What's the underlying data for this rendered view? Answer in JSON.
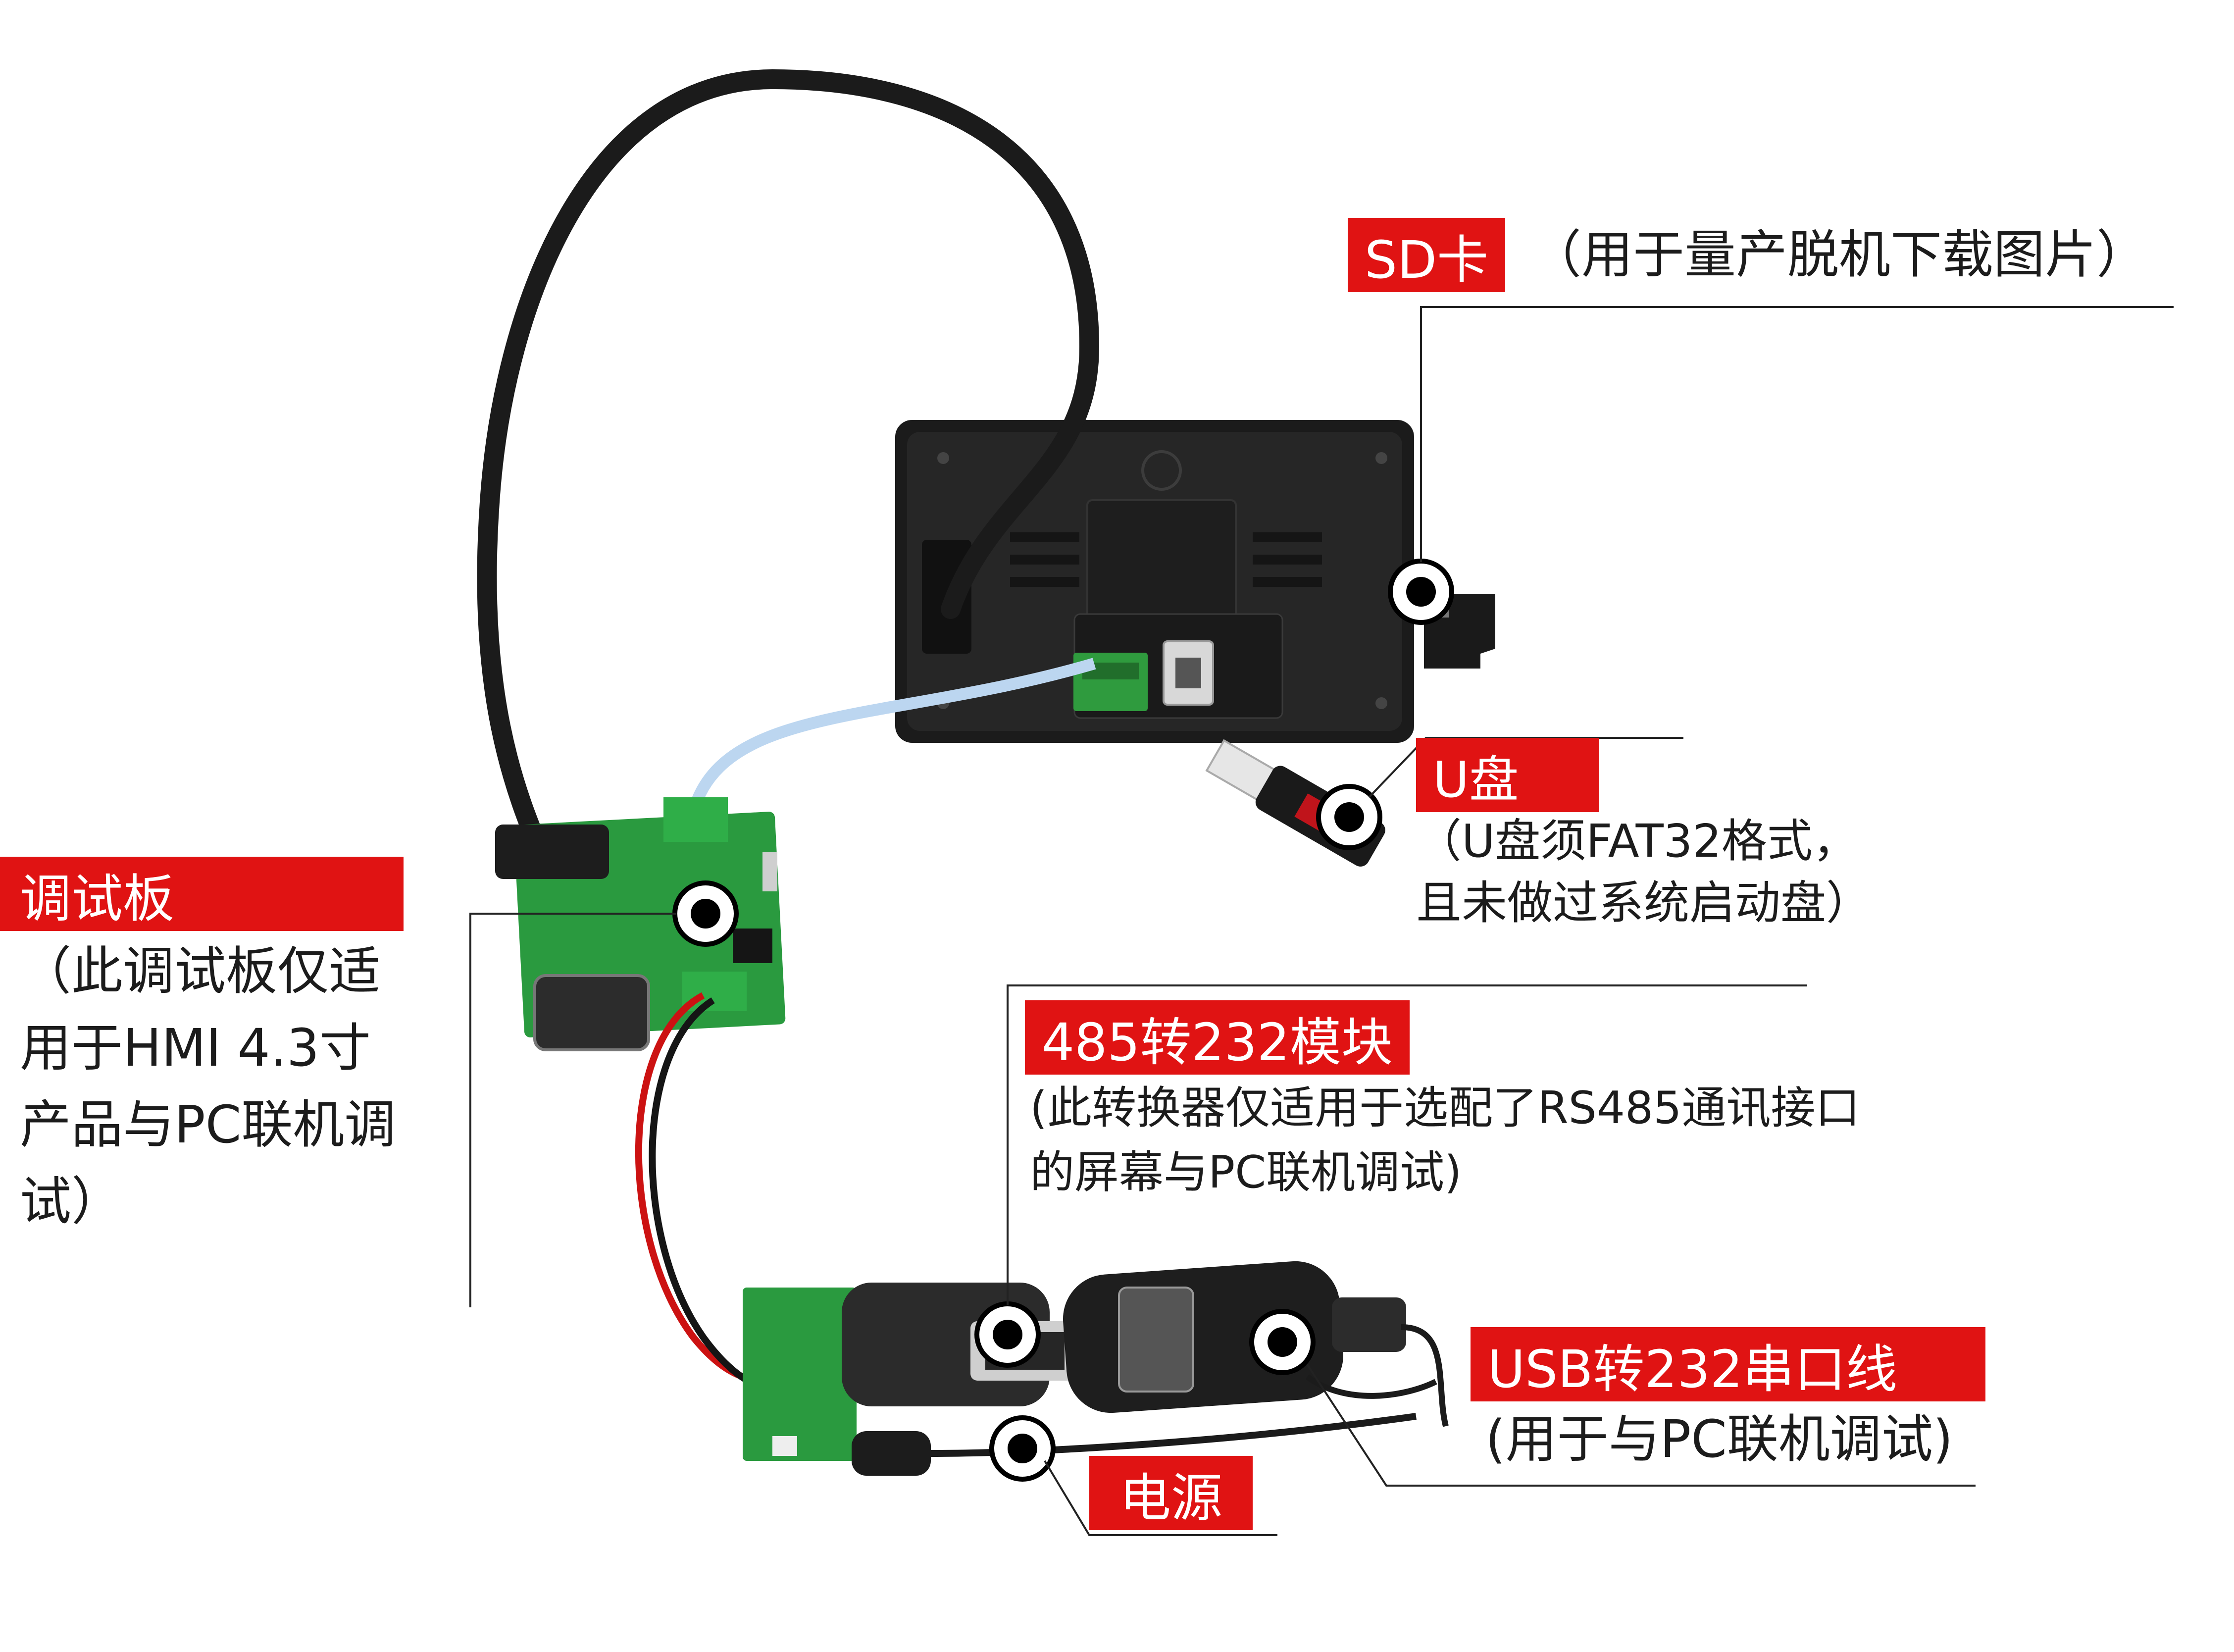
{
  "callouts": {
    "sd_card": {
      "label": "SD卡",
      "description": "（用于量产脱机下载图片）"
    },
    "usb_disk": {
      "label": "U盘",
      "description_line1": "（U盘须FAT32格式，",
      "description_line2": "且未做过系统启动盘）"
    },
    "debug_board": {
      "label": "调试板",
      "description_line1": "（此调试板仅适",
      "description_line2": "用于HMI 4.3寸",
      "description_line3": "产品与PC联机调",
      "description_line4": "试）"
    },
    "rs485_module": {
      "label": "485转232模块",
      "description_line1": "(此转换器仅适用于选配了RS485通讯接口",
      "description_line2": "的屏幕与PC联机调试)"
    },
    "usb232_cable": {
      "label": "USB转232串口线",
      "description": "(用于与PC联机调试)"
    },
    "power": {
      "label": "电源"
    }
  },
  "colors": {
    "label_background": "#e01313",
    "label_text": "#ffffff",
    "body_text": "#1c1c1c",
    "pcb_green": "#2a9a3f",
    "device_black": "#1e1e1e"
  }
}
